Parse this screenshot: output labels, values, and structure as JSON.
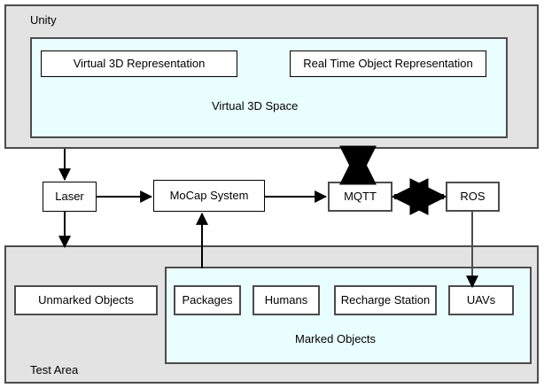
{
  "diagram": {
    "title_regions": {
      "unity": "Unity",
      "test_area": "Test Area"
    },
    "unity": {
      "label": "Unity",
      "virtual_space": {
        "label": "Virtual 3D Space",
        "nodes": [
          {
            "label": "Virtual 3D Representation"
          },
          {
            "label": "Real Time Object Representation"
          }
        ]
      }
    },
    "pipeline": {
      "nodes": [
        {
          "label": "Laser"
        },
        {
          "label": "MoCap System"
        },
        {
          "label": "MQTT"
        },
        {
          "label": "ROS"
        }
      ]
    },
    "test_area": {
      "label": "Test Area",
      "unmarked": {
        "label": "Unmarked Objects"
      },
      "marked": {
        "label": "Marked Objects",
        "nodes": [
          {
            "label": "Packages"
          },
          {
            "label": "Humans"
          },
          {
            "label": "Recharge Station"
          },
          {
            "label": "UAVs"
          }
        ]
      }
    },
    "connections": [
      {
        "name": "unity-to-laser",
        "from": "Unity",
        "to": "Laser",
        "style": "single-arrow-down"
      },
      {
        "name": "laser-to-test-area",
        "from": "Laser",
        "to": "Test Area",
        "style": "single-arrow-down"
      },
      {
        "name": "laser-to-mocap",
        "from": "Laser",
        "to": "MoCap System",
        "style": "single-arrow-right"
      },
      {
        "name": "mocap-to-mqtt",
        "from": "MoCap System",
        "to": "MQTT",
        "style": "single-arrow-right"
      },
      {
        "name": "marked-objects-to-mocap",
        "from": "Marked Objects",
        "to": "MoCap System",
        "style": "single-arrow-up"
      },
      {
        "name": "mqtt-to-virtual-space",
        "from": "MQTT",
        "to": "Virtual 3D Space",
        "style": "double-arrow-vertical"
      },
      {
        "name": "mqtt-to-ros",
        "from": "MQTT",
        "to": "ROS",
        "style": "double-arrow-horizontal"
      },
      {
        "name": "ros-to-uavs",
        "from": "ROS",
        "to": "UAVs",
        "style": "single-arrow-down"
      }
    ],
    "colors": {
      "region_gray": "#e3e3e3",
      "region_cyan": "#e9feff",
      "node_fill": "#ffffff",
      "stroke": "#4c4c4c",
      "arrow": "#000000"
    }
  }
}
